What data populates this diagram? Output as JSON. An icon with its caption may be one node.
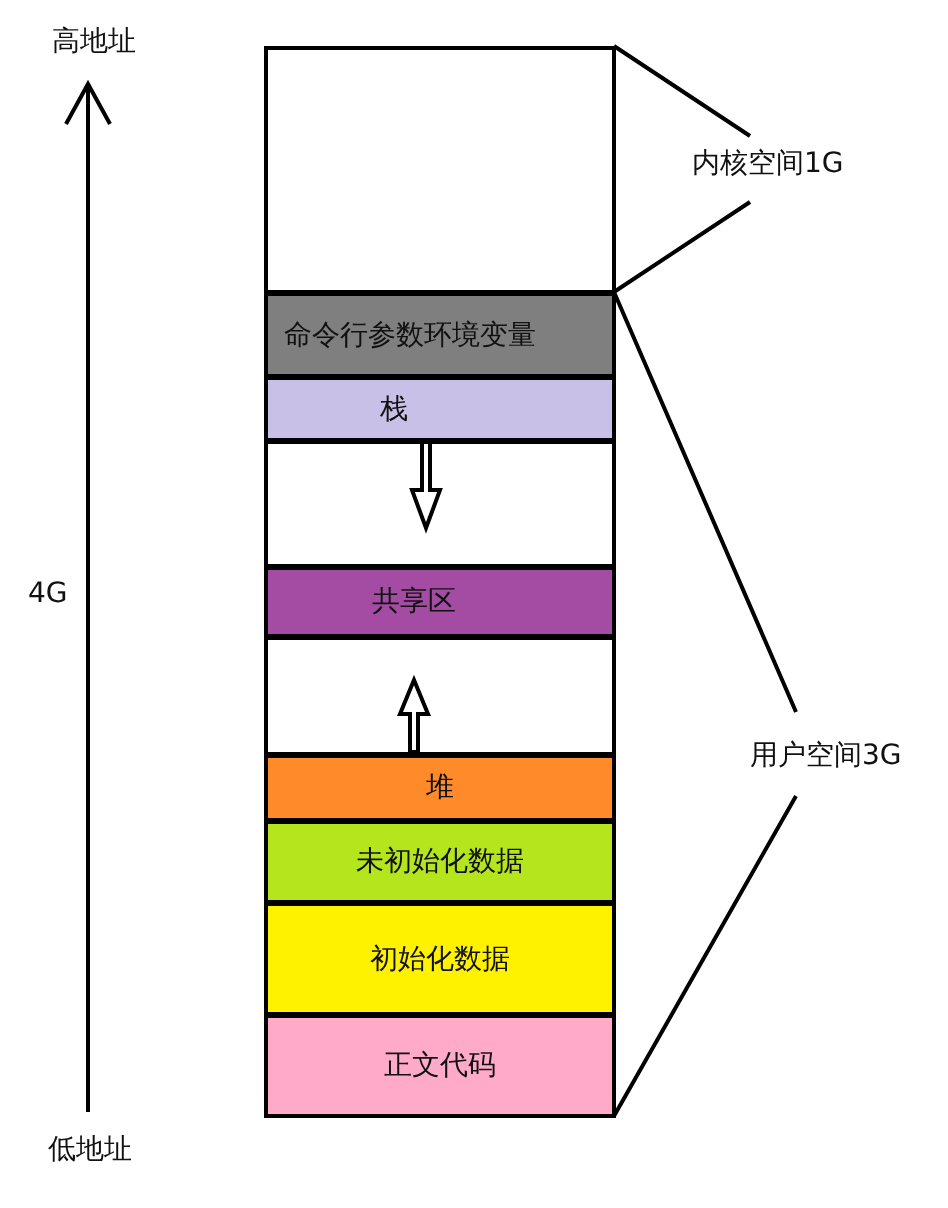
{
  "diagram": {
    "nodes": [
      {
        "text": [],
        "shape": "box"
      },
      {
        "text": [
          "命令行参数环境变量"
        ]
      },
      {
        "text": [
          "栈"
        ]
      },
      {
        "text": [],
        "shape": "box"
      },
      {
        "text": [
          "共享区"
        ]
      },
      {
        "text": [],
        "shape": "box"
      },
      {
        "text": [
          "堆"
        ]
      },
      {
        "text": [
          "未初始化数据"
        ]
      },
      {
        "text": [
          "初始化数据"
        ]
      },
      {
        "text": [
          "正文代码"
        ]
      }
    ],
    "edges": [
      {
        "from": 2,
        "to": null,
        "arrow": "to"
      },
      {
        "from": 6,
        "to": null,
        "arrow": "to"
      }
    ],
    "labels": [
      "高地址",
      "4G",
      "低地址",
      "内核空间1G",
      "用户空间3G"
    ]
  }
}
